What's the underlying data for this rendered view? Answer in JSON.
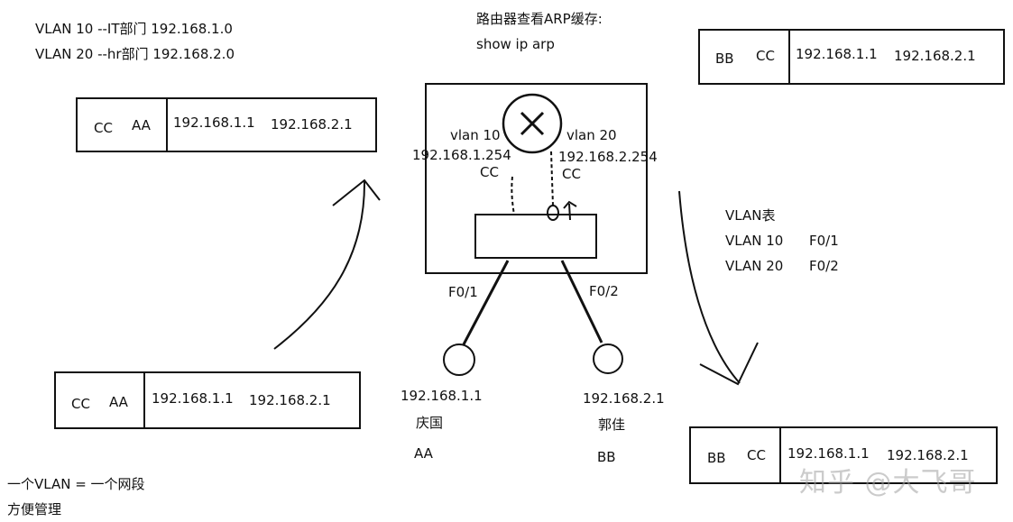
{
  "legend": {
    "line1": "VLAN 10 --IT部门 192.168.1.0",
    "line2": "VLAN 20 --hr部门 192.168.2.0"
  },
  "router_note": {
    "line1": "路由器查看ARP缓存:",
    "line2": "show  ip  arp"
  },
  "frames": {
    "top_left": {
      "mac1": "CC",
      "mac2": "AA",
      "ip1": "192.168.1.1",
      "ip2": "192.168.2.1"
    },
    "bottom_left": {
      "mac1": "CC",
      "mac2": "AA",
      "ip1": "192.168.1.1",
      "ip2": "192.168.2.1"
    },
    "top_right": {
      "mac1": "BB",
      "mac2": "CC",
      "ip1": "192.168.1.1",
      "ip2": "192.168.2.1"
    },
    "bottom_right": {
      "mac1": "BB",
      "mac2": "CC",
      "ip1": "192.168.1.1",
      "ip2": "192.168.2.1"
    }
  },
  "router": {
    "left_vlan": "vlan 10",
    "left_ip": "192.168.1.254",
    "left_mac": "CC",
    "right_vlan": "vlan 20",
    "right_ip": "192.168.2.254",
    "right_mac": "CC"
  },
  "ports": {
    "left": "F0/1",
    "right": "F0/2"
  },
  "hosts": {
    "left": {
      "ip": "192.168.1.1",
      "name": "庆国",
      "mac": "AA"
    },
    "right": {
      "ip": "192.168.2.1",
      "name": "郭佳",
      "mac": "BB"
    }
  },
  "vlan_table": {
    "title": "VLAN表",
    "rows": [
      {
        "vlan": "VLAN 10",
        "port": "F0/1"
      },
      {
        "vlan": "VLAN 20",
        "port": "F0/2"
      }
    ]
  },
  "footer": {
    "line1": "一个VLAN = 一个网段",
    "line2": "方便管理"
  },
  "watermark": "知乎 @大飞哥"
}
